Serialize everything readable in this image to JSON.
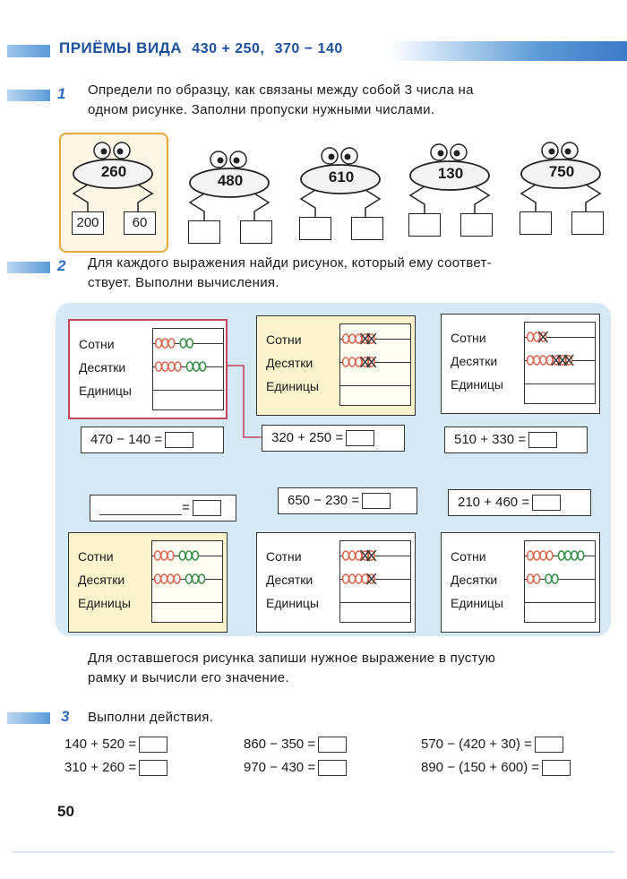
{
  "header": {
    "title": "ПРИЁМЫ ВИДА",
    "expr1": "430 + 250,",
    "expr2": "370 − 140"
  },
  "task1": {
    "number": "1",
    "line1": "Определи по образцу, как связаны между собой 3 числа на",
    "line2": "одном рисунке. Заполни пропуски нужными числами.",
    "frogs": [
      {
        "top": "260",
        "left": "200",
        "right": "60"
      },
      {
        "top": "480",
        "left": "",
        "right": ""
      },
      {
        "top": "610",
        "left": "",
        "right": ""
      },
      {
        "top": "130",
        "left": "",
        "right": ""
      },
      {
        "top": "750",
        "left": "",
        "right": ""
      }
    ]
  },
  "task2": {
    "number": "2",
    "line1": "Для каждого выражения найди рисунок, который ему соответ-",
    "line2": "ствует. Выполни вычисления.",
    "labels": {
      "hundreds": "Сотни",
      "tens": "Десятки",
      "units": "Единицы"
    },
    "cards": [
      {
        "hundreds_beads": 5,
        "hundreds_crossed": 0,
        "tens_beads": 7,
        "tens_crossed": 0
      },
      {
        "hundreds_beads": 5,
        "hundreds_crossed": 2,
        "tens_beads": 5,
        "tens_crossed": 2
      },
      {
        "hundreds_beads": 3,
        "hundreds_crossed": 1,
        "tens_beads": 7,
        "tens_crossed": 3
      },
      {
        "hundreds_beads": 6,
        "hundreds_crossed": 0,
        "tens_beads": 7,
        "tens_crossed": 0
      },
      {
        "hundreds_beads": 5,
        "hundreds_crossed": 2,
        "tens_beads": 5,
        "tens_crossed": 1
      },
      {
        "hundreds_beads": 8,
        "hundreds_crossed": 0,
        "tens_beads": 4,
        "tens_crossed": 0
      }
    ],
    "expressions": {
      "e1": "470 − 140 =",
      "e2": "320 + 250 =",
      "e3": "510 + 330 =",
      "e4": "=",
      "e5": "650 − 230 =",
      "e6": "210 + 460 ="
    },
    "note_line1": "Для оставшегося рисунка запиши нужное выражение в пустую",
    "note_line2": "рамку и вычисли его значение."
  },
  "task3": {
    "number": "3",
    "title": "Выполни действия.",
    "items": [
      "140 + 520 =",
      "310 + 260 =",
      "860 − 350 =",
      "970 − 430 =",
      "570 − (420 + 30) =",
      "890 − (150 + 600) ="
    ]
  },
  "page_number": "50",
  "colors": {
    "accent_blue": "#2d6cc0",
    "panel_blue": "#d5e8f6",
    "card_yellow": "#fbf3cc",
    "sample_border": "#e3a93a",
    "bead_red": "#d66a52",
    "bead_green": "#3a8f4a",
    "link_red": "#c2485f"
  }
}
